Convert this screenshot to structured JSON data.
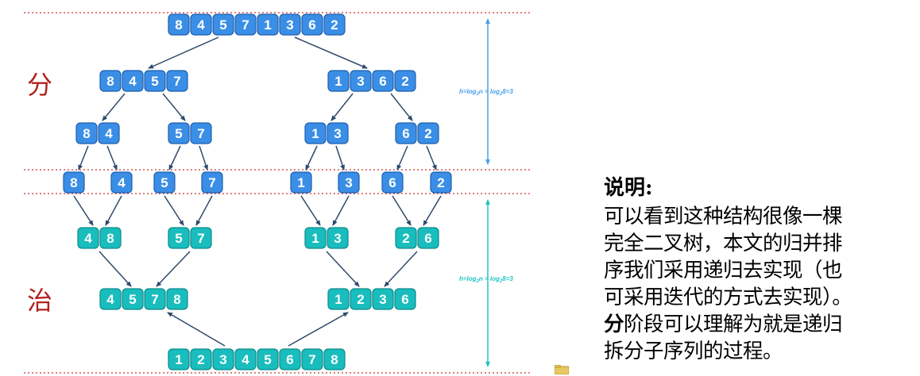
{
  "colors": {
    "split_fill": "#3a8ee6",
    "split_stroke": "#1f5fae",
    "merge_fill": "#19bdbd",
    "merge_stroke": "#0e8a8a",
    "dotted_line": "#cc3333",
    "split_arrow": "#4a9fe8",
    "merge_arrow": "#22c4c4",
    "stage_text": "#b22222"
  },
  "stage_labels": {
    "divide": "分",
    "conquer": "治"
  },
  "height_notes": {
    "divide": "h=log2n = log28=3",
    "conquer": "h=log2n = log28=3"
  },
  "tree": {
    "divide_levels": [
      [
        [
          8,
          4,
          5,
          7,
          1,
          3,
          6,
          2
        ]
      ],
      [
        [
          8,
          4,
          5,
          7
        ],
        [
          1,
          3,
          6,
          2
        ]
      ],
      [
        [
          8,
          4
        ],
        [
          5,
          7
        ],
        [
          1,
          3
        ],
        [
          6,
          2
        ]
      ],
      [
        [
          8
        ],
        [
          4
        ],
        [
          5
        ],
        [
          7
        ],
        [
          1
        ],
        [
          3
        ],
        [
          6
        ],
        [
          2
        ]
      ]
    ],
    "conquer_levels": [
      [
        [
          4,
          8
        ],
        [
          5,
          7
        ],
        [
          1,
          3
        ],
        [
          2,
          6
        ]
      ],
      [
        [
          4,
          5,
          7,
          8
        ],
        [
          1,
          2,
          3,
          6
        ]
      ],
      [
        [
          1,
          2,
          3,
          4,
          5,
          6,
          7,
          8
        ]
      ]
    ]
  },
  "description": {
    "title": "说明:",
    "line1": "可以看到这种结构很像一棵",
    "line2": "完全二叉树，本文的归并排",
    "line3": "序我们采用递归去实现（也",
    "line4": "可采用迭代的方式去实现）。",
    "line5_bold": "分",
    "line5_rest": "阶段可以理解为就是递归",
    "line6": "拆分子序列的过程。"
  }
}
